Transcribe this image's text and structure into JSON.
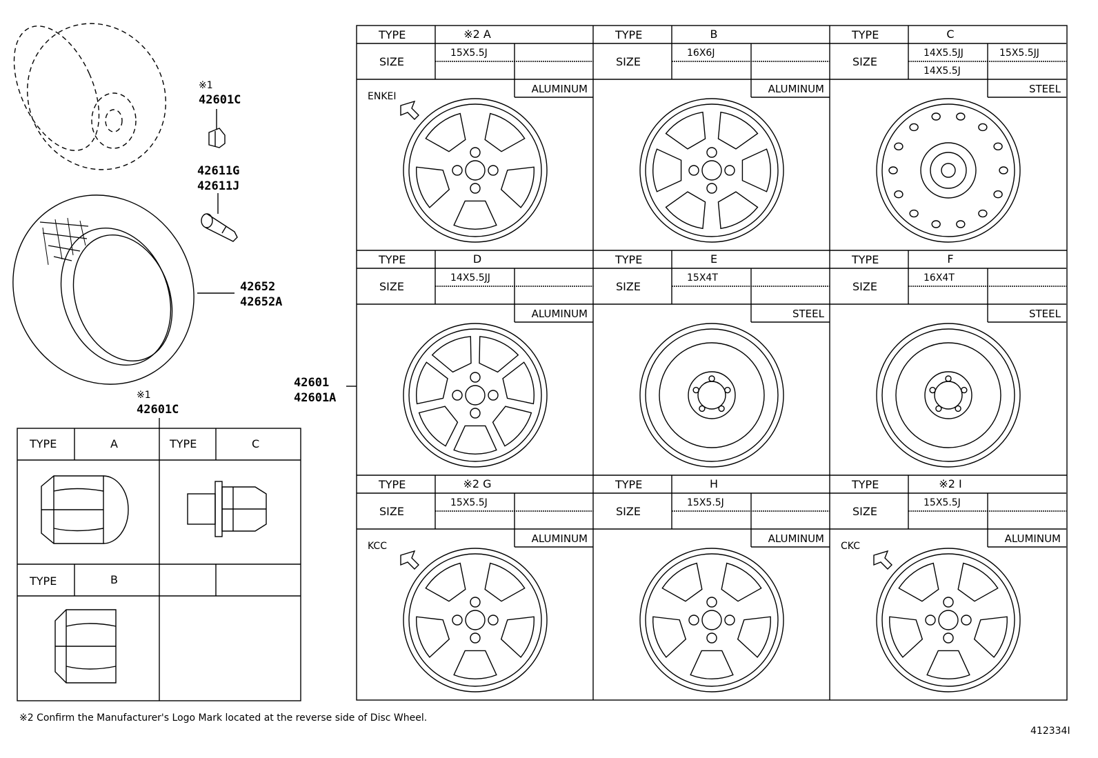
{
  "labels": {
    "note1_mark_a": "※1",
    "pn_42601C_a": "42601C",
    "pn_42611G": "42611G",
    "pn_42611J": "42611J",
    "pn_42652": "42652",
    "pn_42652A": "42652A",
    "note1_mark_b": "※1",
    "pn_42601C_b": "42601C",
    "pn_42601": "42601",
    "pn_42601A": "42601A",
    "footnote": "※2 Confirm the Manufacturer's Logo Mark located at the reverse side of Disc Wheel.",
    "diagram_id": "412334I"
  },
  "nut_table": {
    "type_label": "TYPE",
    "type_a": "A",
    "type_c": "C",
    "type_b": "B"
  },
  "wheel_table": {
    "type_label": "TYPE",
    "size_label": "SIZE",
    "rows": [
      [
        {
          "type": "※2 A",
          "sizes": [
            "15X5.5J"
          ],
          "material": "ALUMINUM",
          "maker": "ENKEI"
        },
        {
          "type": "B",
          "sizes": [
            "16X6J"
          ],
          "material": "ALUMINUM",
          "maker": ""
        },
        {
          "type": "C",
          "sizes": [
            "14X5.5JJ",
            "15X5.5JJ",
            "14X5.5J"
          ],
          "material": "STEEL",
          "maker": ""
        }
      ],
      [
        {
          "type": "D",
          "sizes": [
            "14X5.5JJ"
          ],
          "material": "ALUMINUM",
          "maker": ""
        },
        {
          "type": "E",
          "sizes": [
            "15X4T"
          ],
          "material": "STEEL",
          "maker": ""
        },
        {
          "type": "F",
          "sizes": [
            "16X4T"
          ],
          "material": "STEEL",
          "maker": ""
        }
      ],
      [
        {
          "type": "※2 G",
          "sizes": [
            "15X5.5J"
          ],
          "material": "ALUMINUM",
          "maker": "KCC"
        },
        {
          "type": "H",
          "sizes": [
            "15X5.5J"
          ],
          "material": "ALUMINUM",
          "maker": ""
        },
        {
          "type": "※2  I",
          "sizes": [
            "15X5.5J"
          ],
          "material": "ALUMINUM",
          "maker": "CKC"
        }
      ]
    ]
  },
  "icons": {
    "tire": "tire-icon",
    "wheel": "wheel-icon",
    "valve": "valve-icon",
    "nut": "lug-nut-icon",
    "arrow": "pointer-arrow-icon"
  }
}
